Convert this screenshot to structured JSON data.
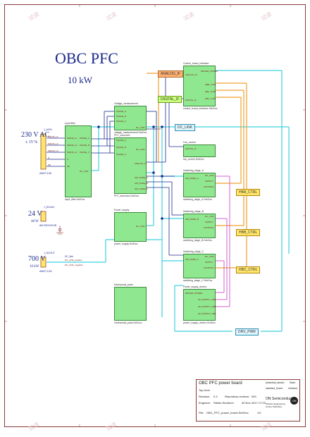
{
  "title": "OBC PFC",
  "subtitle": "10 kW",
  "connectors": {
    "acin": {
      "ref": "J_ACIN",
      "voltage": "230 V AC",
      "tolerance": "± 15 %",
      "part": "AWAT 3,5A",
      "pins": [
        "MAINS_L1",
        "MAINS_L2",
        "MAINS_L3",
        "N",
        "PE"
      ]
    },
    "dcaux": {
      "ref": "J_DCAUX",
      "voltage": "24 V",
      "power": "48 W",
      "part": "AW 252/19/C4R"
    },
    "dcout": {
      "ref": "J_DCOUT",
      "voltage": "700 V",
      "power": "10 kW",
      "part": "AWAT 3,5/2",
      "pins": [
        "DC_LINK_positive",
        "DC_LINK_negative"
      ],
      "label": "DC_link"
    }
  },
  "blocks": [
    {
      "id": "input_filter",
      "name": "Input filter",
      "file": "input_filter.SchDoc",
      "pins": [
        "MAINS_L1",
        "MAINS_L2",
        "MAINS_L3",
        "N",
        "PE",
        "PHASE_A",
        "PHASE_B",
        "PHASE_C",
        "DC_LINK"
      ]
    },
    {
      "id": "voltage_measurement",
      "name": "Voltage_measurement",
      "file": "voltage_measurement.SchDoc",
      "pins": [
        "PHASE_A",
        "PHASE_B",
        "PHASE_C",
        "DC_LINK"
      ]
    },
    {
      "id": "pfc_inductors",
      "name": "PFC_inductors",
      "file": "PFC_inductors.SchDoc",
      "pins": [
        "PHASE_A",
        "PHASE_B",
        "PHASE_C",
        "SW_NODE_A",
        "SW_NODE_B",
        "SW_NODE_C",
        "ANALOG_IF",
        "DC_LINK"
      ]
    },
    {
      "id": "power_supply",
      "name": "Power_supply",
      "file": "power_supply.SchDoc",
      "pins": [
        "DC_LINK"
      ]
    },
    {
      "id": "mechanical_parts",
      "name": "Mechanical_parts",
      "file": "mechanical_parts.SchDoc",
      "pins": []
    },
    {
      "id": "control_board_interface",
      "name": "Control_board_interface",
      "file": "control_board_interface.SchDoc",
      "pins": [
        "ANALOG_IF",
        "DIGITAL_IF",
        "DRIVER_POWER",
        "HBB_CTRL",
        "HBA_CTRL",
        "HBC_CTRL"
      ]
    },
    {
      "id": "fan_control",
      "name": "Fan_control",
      "file": "fan_control.SchDoc",
      "pins": [
        "DIGITAL_IF"
      ]
    },
    {
      "id": "switching_stage_a",
      "name": "Switching_stage_A",
      "file": "switching_stage_A.SchDoc",
      "pins": [
        "SW_NODE_A",
        "DC_LINK",
        "SUPPLY",
        "CONTROL"
      ]
    },
    {
      "id": "switching_stage_b",
      "name": "Switching_stage_B",
      "file": "switching_stage_B.SchDoc",
      "pins": [
        "SW_NODE_B",
        "DC_LINK",
        "SUPPLY",
        "CONTROL"
      ]
    },
    {
      "id": "switching_stage_c",
      "name": "Switching_stage_C",
      "file": "switching_stage_C.SchDoc",
      "pins": [
        "SW_NODE_C",
        "DC_LINK",
        "SUPPLY",
        "CONTROL"
      ]
    },
    {
      "id": "power_supply_drivers",
      "name": "Power_supply_drivers",
      "file": "power_supply_drivers.SchDoc",
      "pins": [
        "DRIVER_POWER",
        "GD_SUPPLY_HBA",
        "GD_SUPPLY_HBB",
        "GD_SUPPLY_HBC"
      ]
    }
  ],
  "buses": {
    "analog_if": "ANALOG_IF",
    "digital_if": "DIGITAL_IF",
    "dc_link": "DC_LINK",
    "hba_ctrl": "HBA_CTRL",
    "hbb_ctrl": "HBB_CTRL",
    "hbc_ctrl": "HBC_CTRL",
    "drv_pwr": "DRV_PWR"
  },
  "title_block": {
    "title": "OBC PFC power board",
    "level": "Top level",
    "revision_label": "Revision:",
    "revision": "0.3",
    "repository_label": "Repository revision:",
    "repository": "000",
    "engineer_label": "Engineer:",
    "engineer": "Stefan Kindermi",
    "date": "30 Nov 2017 17:23",
    "file_label": "File:",
    "file": "OBC_PFC_power_board.SchDoc",
    "sheet": "1/2",
    "variant_label": "Assembly variant:",
    "variant": "standard_board",
    "state_label": "State:",
    "state": "released",
    "company": "ON Semiconductor",
    "company_sub": "Solution Engineering Center Pardubice",
    "logo": "ON"
  },
  "watermark": "试读",
  "colors": {
    "block_fill": "#8fe88f",
    "bus_yellow": "#ffe66b",
    "wire_cyan": "#3fd0e0",
    "wire_orange": "#f0a030",
    "wire_magenta": "#d060d0",
    "wire_navy": "#1c2a8c"
  }
}
